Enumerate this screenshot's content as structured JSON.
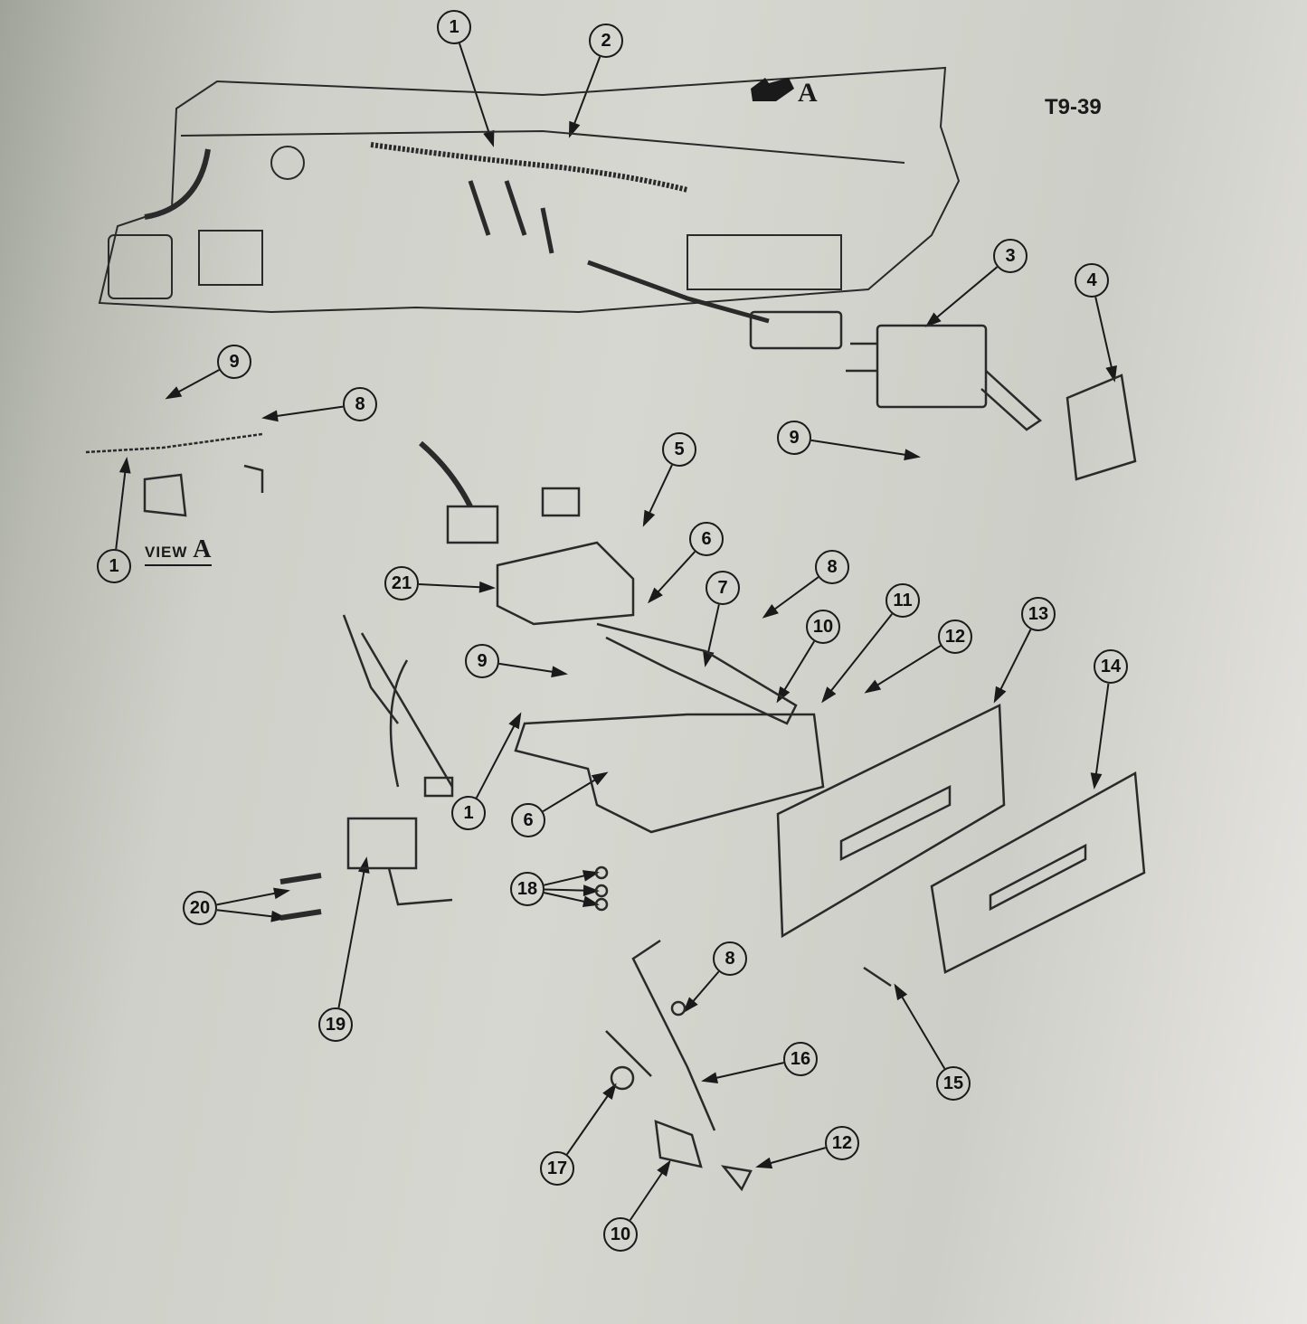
{
  "figure_code": "T9-39",
  "view_arrow_label": "A",
  "view_label": {
    "prefix": "VIEW",
    "letter": "A"
  },
  "callouts": [
    "1",
    "2",
    "3",
    "4",
    "9",
    "8",
    "9",
    "5",
    "1",
    "6",
    "21",
    "8",
    "7",
    "11",
    "10",
    "12",
    "13",
    "9",
    "14",
    "1",
    "6",
    "18",
    "20",
    "19",
    "8",
    "16",
    "15",
    "17",
    "12",
    "10"
  ],
  "colors": {
    "ink": "#1a1a1a",
    "paper": "#d3d4cd"
  }
}
